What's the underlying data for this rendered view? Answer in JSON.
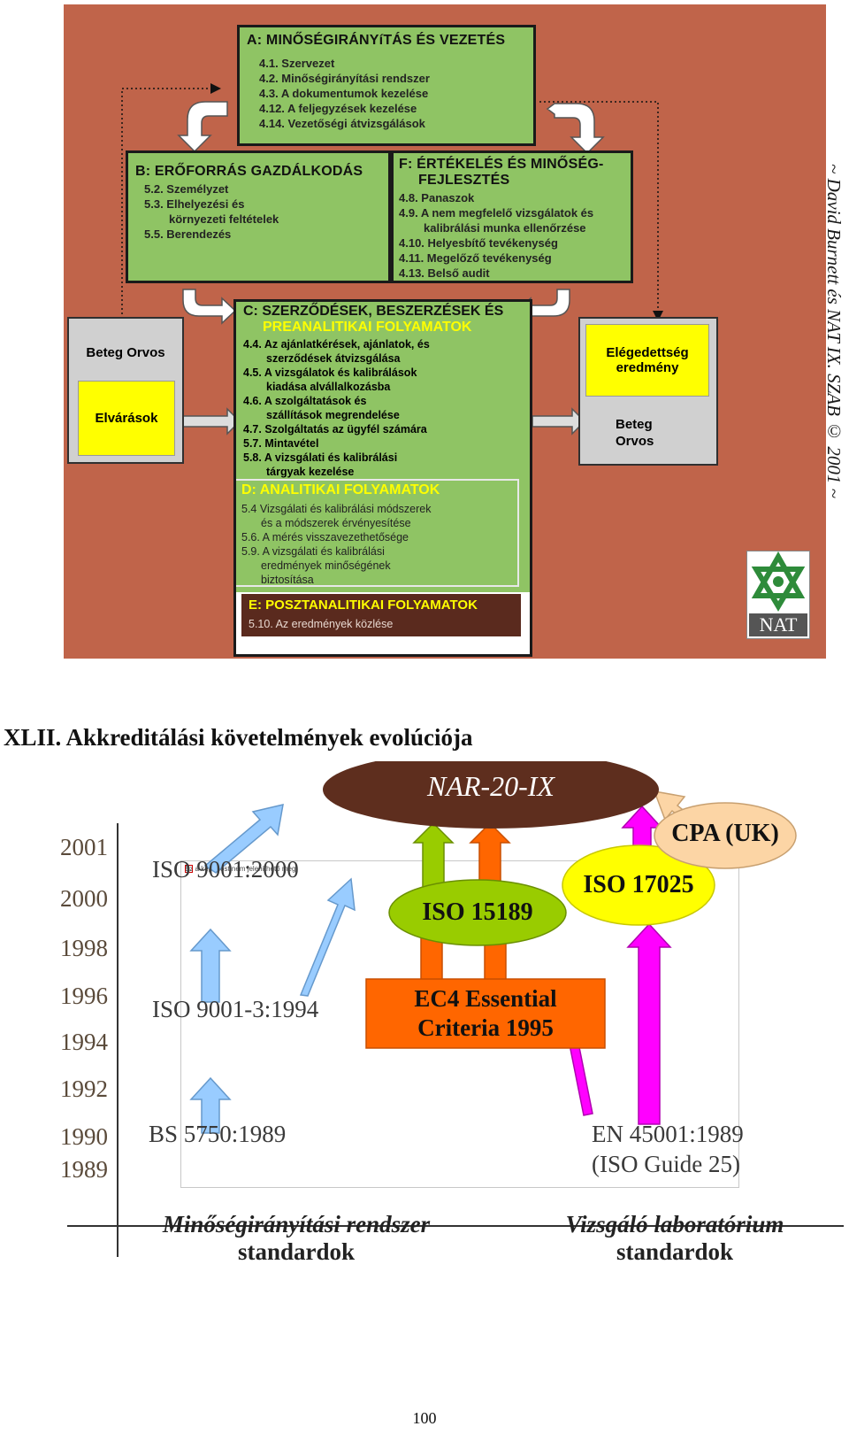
{
  "fig1": {
    "box_a": {
      "title": "A: MINŐSÉGIRÁNYíTÁS ÉS VEZETÉS",
      "items": [
        "4.1.   Szervezet",
        "4.2.   Minőségirányítási rendszer",
        "4.3.   A dokumentumok kezelése",
        "4.12. A feljegyzések kezelése",
        "4.14. Vezetőségi átvizsgálások"
      ]
    },
    "box_b": {
      "title": "B: ERŐFORRÁS GAZDÁLKODÁS",
      "items": [
        "5.2. Személyzet",
        "5.3. Elhelyezési és",
        "környezeti feltételek",
        "5.5. Berendezés"
      ]
    },
    "box_f": {
      "title_line1": "F: ÉRTÉKELÉS ÉS MINŐSÉG-",
      "title_line2": "FEJLESZTÉS",
      "items": [
        "4.8.   Panaszok",
        "4.9.   A nem megfelelő vizsgálatok és",
        "kalibrálási munka ellenőrzése",
        "4.10. Helyesbítő tevékenység",
        "4.11. Megelőző tevékenység",
        "4.13. Belső audit"
      ]
    },
    "box_c": {
      "title_line1": "C: SZERZŐDÉSEK, BESZERZÉSEK ÉS",
      "title_line2": "PREANALITIKAI FOLYAMATOK",
      "items": [
        "4.4. Az ajánlatkérések, ajánlatok, és",
        "szerződések átvizsgálása",
        "4.5. A vizsgálatok és kalibrálások",
        "kiadása alvállalkozásba",
        "4.6. A szolgáltatások és",
        "szállítások megrendelése",
        "4.7. Szolgáltatás az ügyfél számára",
        "5.7. Mintavétel",
        "5.8. A vizsgálati és kalibrálási",
        "tárgyak kezelése"
      ]
    },
    "box_d": {
      "title": "D: ANALITIKAI FOLYAMATOK",
      "items": [
        "5.4 Vizsgálati és kalibrálási módszerek",
        "és a módszerek érvényesítése",
        "5.6. A mérés visszavezethetősége",
        "5.9. A vizsgálati és kalibrálási",
        "eredmények minőségének",
        "biztosítása"
      ]
    },
    "box_e": {
      "title": "E: POSZTANALITIKAI FOLYAMATOK",
      "items": [
        "5.10. Az eredmények közlése"
      ]
    },
    "left_panel": {
      "label": "Beteg Orvos",
      "yellow": "Elvárások"
    },
    "right_panel": {
      "yellow_line1": "Elégedettség",
      "yellow_line2": "eredmény",
      "label_line1": "Beteg",
      "label_line2": "Orvos"
    },
    "author": "~ David Burnett és NAT IX. SZAB © 2001 ~",
    "logo_text": "NAT",
    "colors": {
      "background": "#c0644a",
      "box_green": "#8fc464",
      "highlight_yellow": "#ffff00",
      "panel_gray": "#d0d0d0",
      "post_box": "#5a2a1e"
    }
  },
  "heading": "XLII. Akkreditálási követelmények evolúciója",
  "fig2": {
    "years": [
      "2001",
      "2000",
      "1998",
      "1996",
      "1994",
      "1992",
      "1990",
      "1989"
    ],
    "qms_standards": [
      "ISO 9001:2000",
      "ISO 9001-3:1994",
      "BS 5750:1989"
    ],
    "lab_standards": [
      "EN 45001:1989",
      "(ISO Guide 25)"
    ],
    "nar": "NAR-20-IX",
    "iso15189": "ISO 15189",
    "iso17025": "ISO 17025",
    "cpa": "CPA (UK)",
    "ec4_line1": "EC4 Essential",
    "ec4_line2": "Criteria 1995",
    "caption_left_line1": "Minőségirányítási rendszer",
    "caption_left_line2": "standardok",
    "caption_right_line1": "Vizsgáló laboratórium",
    "caption_right_line2": "standardok",
    "broken_image_text": "Ez a kép most nem jeleníthető meg.",
    "colors": {
      "nar": "#5e2e1e",
      "iso15189": "#99cc00",
      "iso17025": "#ffff00",
      "cpa": "#fcd5a5",
      "ec4": "#ff6600",
      "arrow_blue": "#99ccff",
      "arrow_green": "#99cc00",
      "arrow_orange": "#ff6600",
      "arrow_magenta": "#ff00ff",
      "arrow_peach": "#fcd5a5"
    }
  },
  "page_number": "100"
}
